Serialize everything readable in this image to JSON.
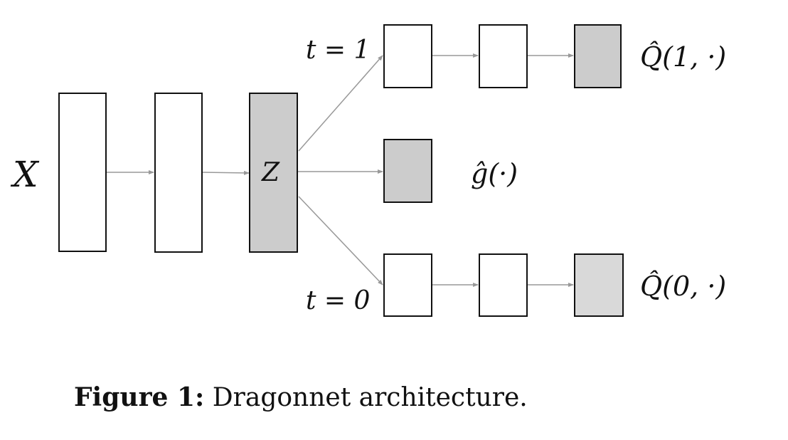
{
  "diagram": {
    "input_label": "X",
    "latent_label": "Z",
    "top_branch_label": "t = 1",
    "bottom_branch_label": "t = 0",
    "top_output_label": "Q̂(1, ·)",
    "middle_output_label": "ĝ(·)",
    "bottom_output_label": "Q̂(0, ·)",
    "colors": {
      "box_stroke": "#111111",
      "white_fill": "#ffffff",
      "dark_gray_fill": "#cccccc",
      "light_gray_fill": "#d9d9d9",
      "arrow": "#999999"
    }
  },
  "caption": {
    "label": "Figure 1:",
    "text": "Dragonnet architecture."
  }
}
